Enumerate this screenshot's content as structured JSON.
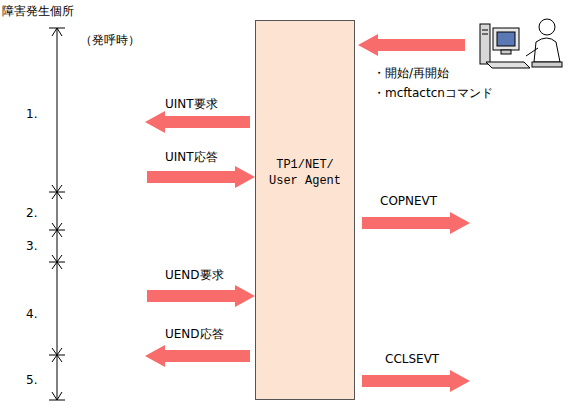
{
  "diagram": {
    "nodes": [
      {
        "text": [
          "TP1/NET/ User Agent"
        ]
      }
    ],
    "labels": [
      "障害発生個所",
      "（発呼時）",
      "1.",
      "2.",
      "3.",
      "4.",
      "5.",
      "UINT要求",
      "UINT応答",
      "COPNEVT",
      "UEND要求",
      "UEND応答",
      "CCLSEVT",
      "・開始/再開始",
      "・mcftactcnコマンド"
    ]
  }
}
